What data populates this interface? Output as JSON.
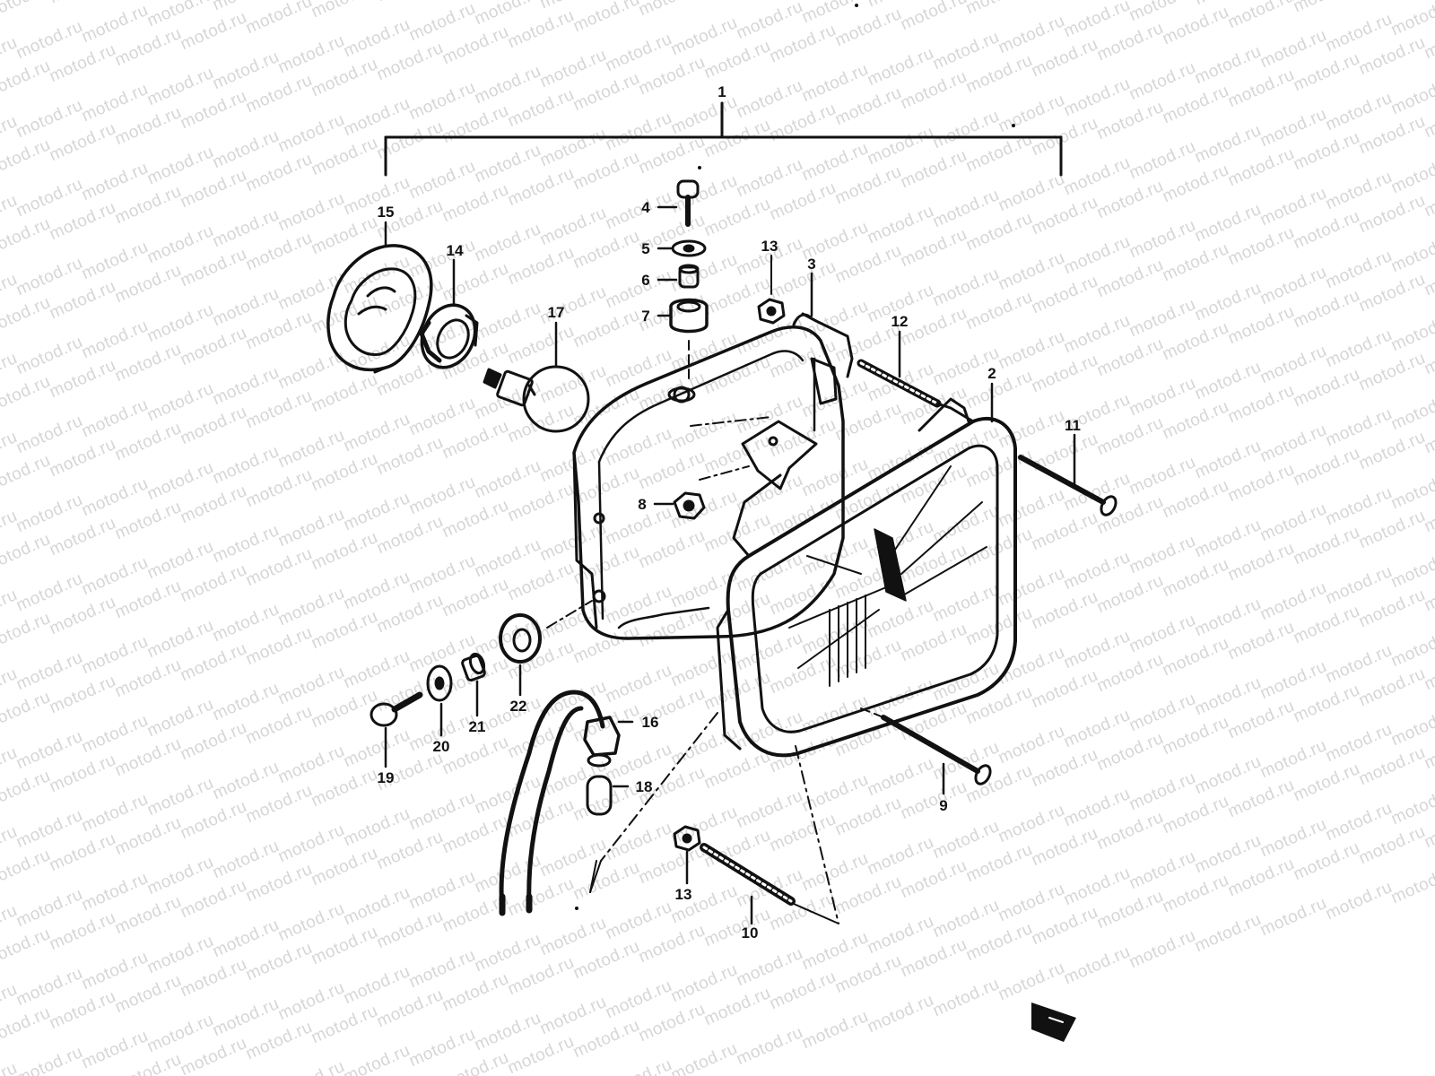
{
  "watermark": "motod.ru",
  "callouts": [
    {
      "id": "1",
      "text": "1"
    },
    {
      "id": "2",
      "text": "2"
    },
    {
      "id": "3",
      "text": "3"
    },
    {
      "id": "4",
      "text": "4"
    },
    {
      "id": "5",
      "text": "5"
    },
    {
      "id": "6",
      "text": "6"
    },
    {
      "id": "7",
      "text": "7"
    },
    {
      "id": "8",
      "text": "8"
    },
    {
      "id": "9",
      "text": "9"
    },
    {
      "id": "10",
      "text": "10"
    },
    {
      "id": "11",
      "text": "11"
    },
    {
      "id": "12",
      "text": "12"
    },
    {
      "id": "13a",
      "text": "13"
    },
    {
      "id": "13b",
      "text": "13"
    },
    {
      "id": "14",
      "text": "14"
    },
    {
      "id": "15",
      "text": "15"
    },
    {
      "id": "16",
      "text": "16"
    },
    {
      "id": "17",
      "text": "17"
    },
    {
      "id": "18",
      "text": "18"
    },
    {
      "id": "19",
      "text": "19"
    },
    {
      "id": "20",
      "text": "20"
    },
    {
      "id": "21",
      "text": "21"
    },
    {
      "id": "22",
      "text": "22"
    }
  ],
  "colors": {
    "ink": "#111111",
    "watermark": "#d6d6d6",
    "background": "#ffffff"
  }
}
